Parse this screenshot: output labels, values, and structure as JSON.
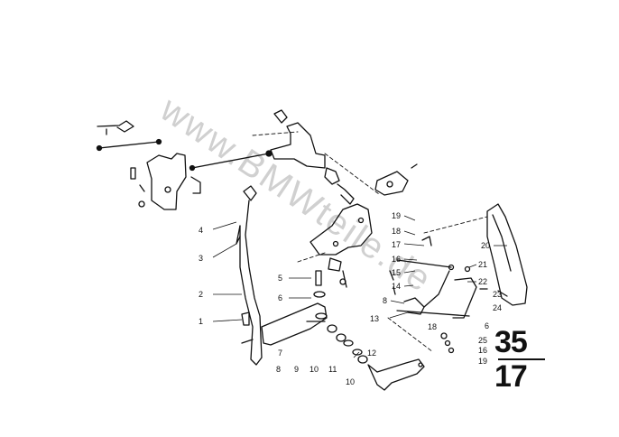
{
  "watermark": "www.BMWteile.de",
  "group": {
    "main": "35",
    "sub": "17"
  },
  "callouts": [
    {
      "id": "c4",
      "text": "4"
    },
    {
      "id": "c3",
      "text": "3"
    },
    {
      "id": "c2",
      "text": "2"
    },
    {
      "id": "c1",
      "text": "1"
    },
    {
      "id": "c5",
      "text": "5"
    },
    {
      "id": "c6a",
      "text": "6"
    },
    {
      "id": "c7",
      "text": "7"
    },
    {
      "id": "c8a",
      "text": "8"
    },
    {
      "id": "c9",
      "text": "9"
    },
    {
      "id": "c10a",
      "text": "10"
    },
    {
      "id": "c11",
      "text": "11"
    },
    {
      "id": "c10b",
      "text": "10"
    },
    {
      "id": "c12",
      "text": "12"
    },
    {
      "id": "c13",
      "text": "13"
    },
    {
      "id": "c19a",
      "text": "19"
    },
    {
      "id": "c18a",
      "text": "18"
    },
    {
      "id": "c17",
      "text": "17"
    },
    {
      "id": "c16a",
      "text": "16"
    },
    {
      "id": "c15",
      "text": "15"
    },
    {
      "id": "c14",
      "text": "14"
    },
    {
      "id": "c8b",
      "text": "8"
    },
    {
      "id": "c18b",
      "text": "18"
    },
    {
      "id": "c20",
      "text": "20"
    },
    {
      "id": "c21",
      "text": "21"
    },
    {
      "id": "c22",
      "text": "22"
    },
    {
      "id": "c23",
      "text": "23"
    },
    {
      "id": "c24",
      "text": "24"
    },
    {
      "id": "c6b",
      "text": "6"
    },
    {
      "id": "c25",
      "text": "25"
    },
    {
      "id": "c16b",
      "text": "16"
    },
    {
      "id": "c19b",
      "text": "19"
    }
  ]
}
